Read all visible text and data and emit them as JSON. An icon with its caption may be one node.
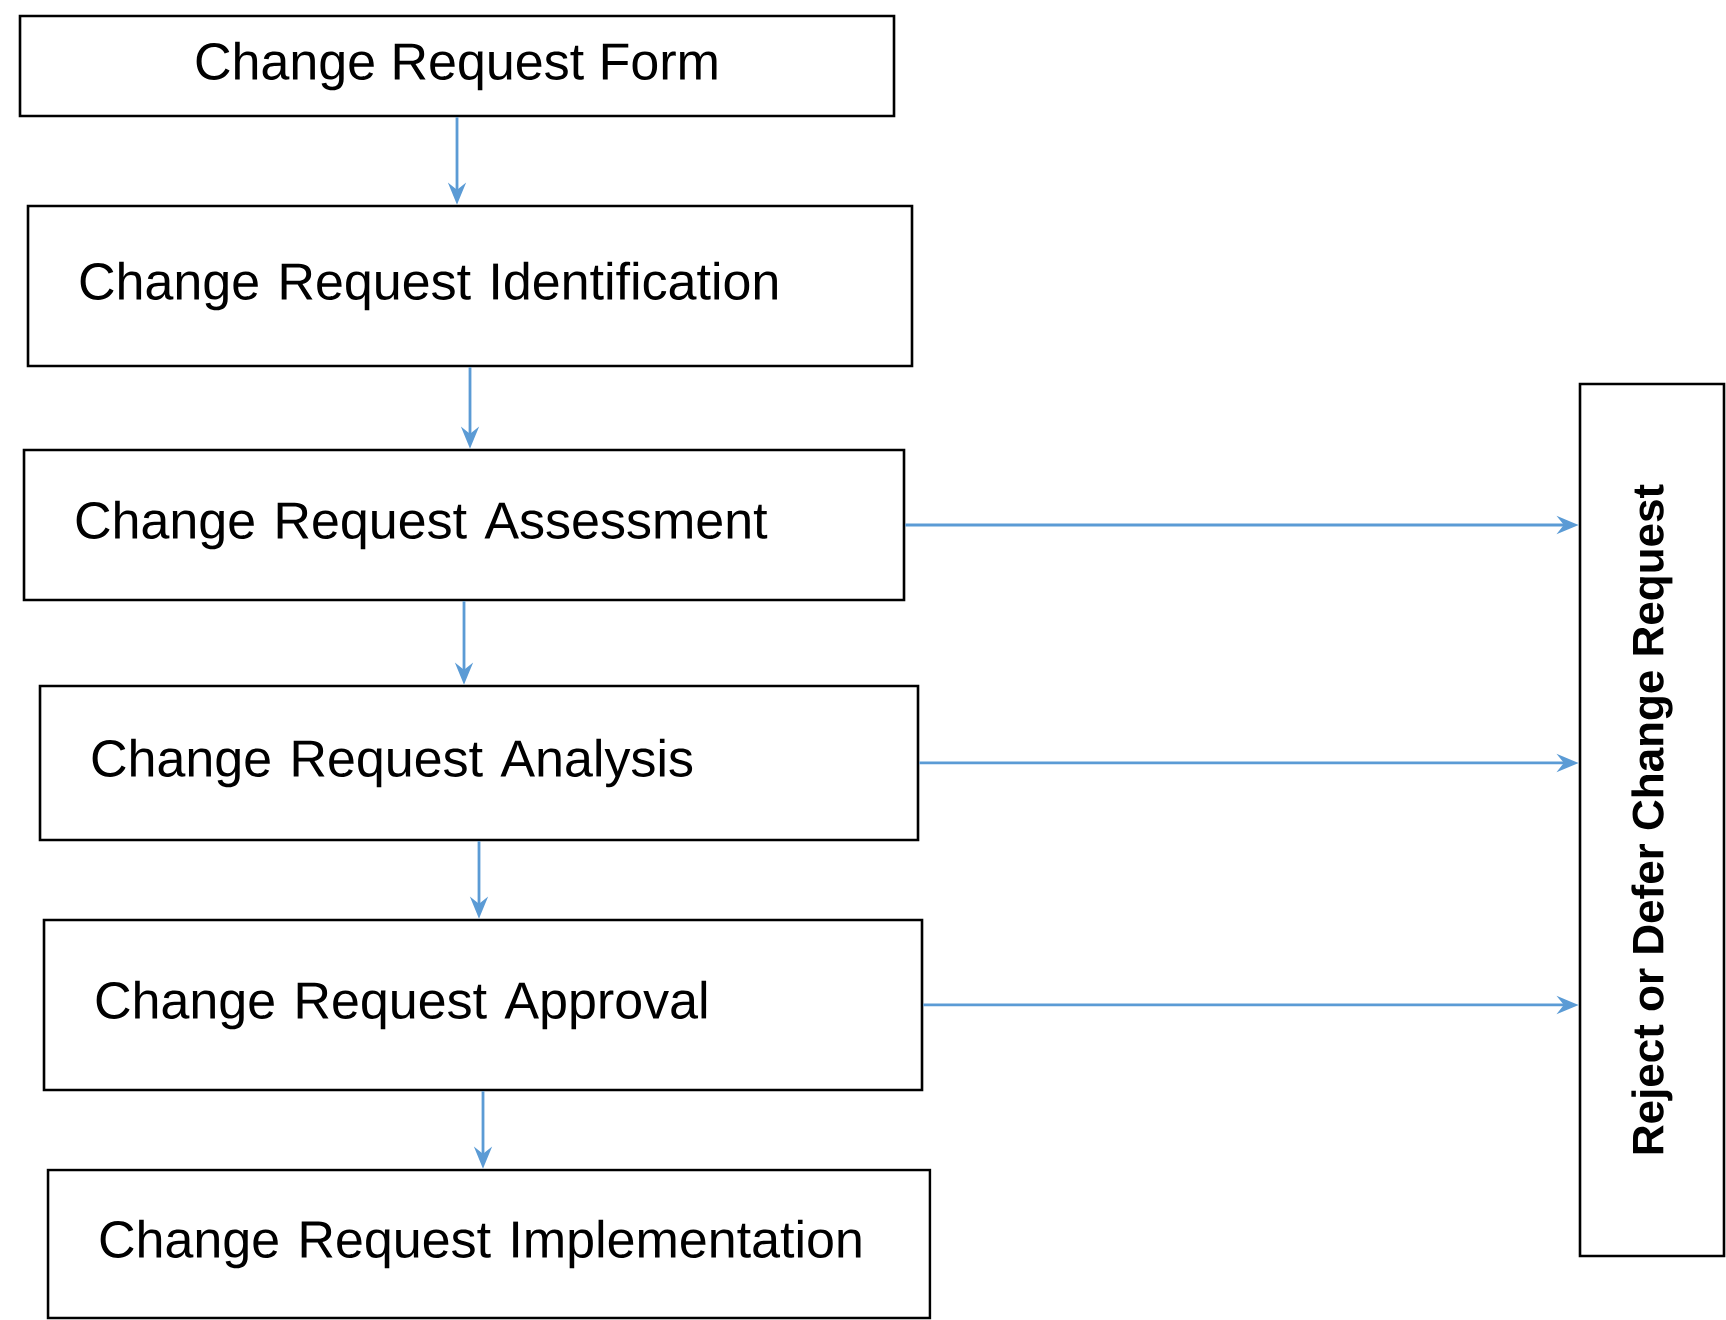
{
  "diagram": {
    "nodes": [
      {
        "text": [
          "Change Request Form"
        ]
      },
      {
        "text": [
          "Change Request Identification"
        ]
      },
      {
        "text": [
          "Change Request Assessment"
        ]
      },
      {
        "text": [
          "Change Request Analysis"
        ]
      },
      {
        "text": [
          "Change Request Approval"
        ]
      },
      {
        "text": [
          "Change Request Implementation"
        ]
      },
      {
        "text": [
          "Reject or Defer Change Request"
        ]
      }
    ],
    "edges": [
      {
        "from": 0,
        "to": 1,
        "arrow": "to"
      },
      {
        "from": 1,
        "to": 2,
        "arrow": "to"
      },
      {
        "from": 2,
        "to": 3,
        "arrow": "to"
      },
      {
        "from": 3,
        "to": 4,
        "arrow": "to"
      },
      {
        "from": 4,
        "to": 5,
        "arrow": "to"
      },
      {
        "from": 2,
        "to": 6,
        "arrow": "to"
      },
      {
        "from": 3,
        "to": 6,
        "arrow": "to"
      },
      {
        "from": 4,
        "to": 6,
        "arrow": "to"
      }
    ]
  }
}
